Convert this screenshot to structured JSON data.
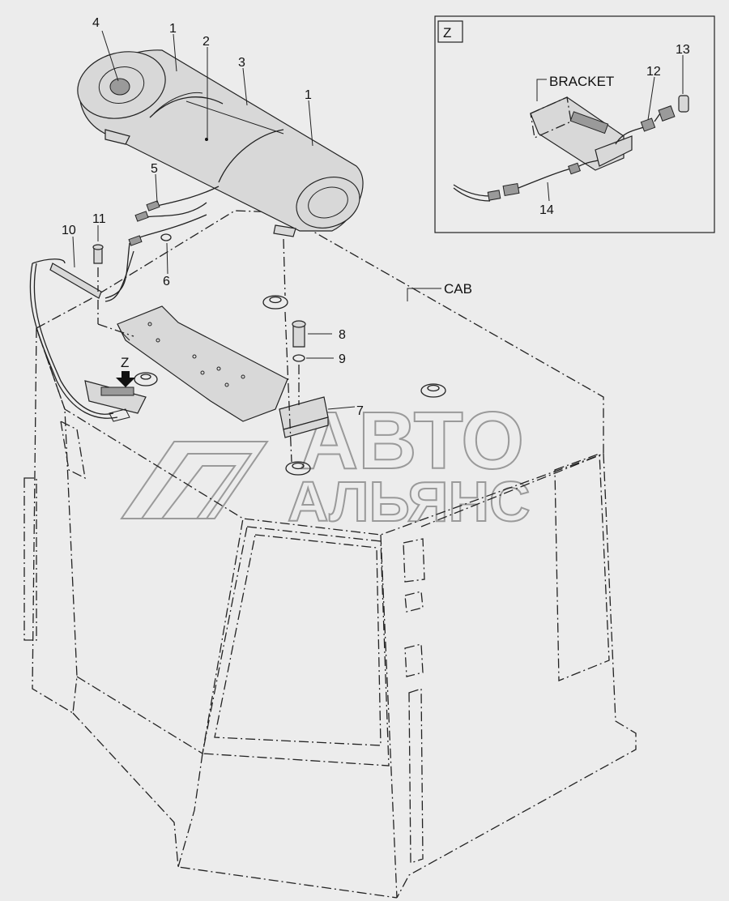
{
  "callouts": {
    "c1a": "1",
    "c1b": "1",
    "c2": "2",
    "c3": "3",
    "c4": "4",
    "c5": "5",
    "c6": "6",
    "c7": "7",
    "c8": "8",
    "c9": "9",
    "c10": "10",
    "c11": "11",
    "c12": "12",
    "c13": "13",
    "c14": "14"
  },
  "labels": {
    "cab": "CAB",
    "bracket": "BRACKET",
    "view_marker": "Z",
    "view_box_tag": "Z"
  },
  "watermark": {
    "line1": "АВТО",
    "line2": "АЛЬЯНС"
  }
}
